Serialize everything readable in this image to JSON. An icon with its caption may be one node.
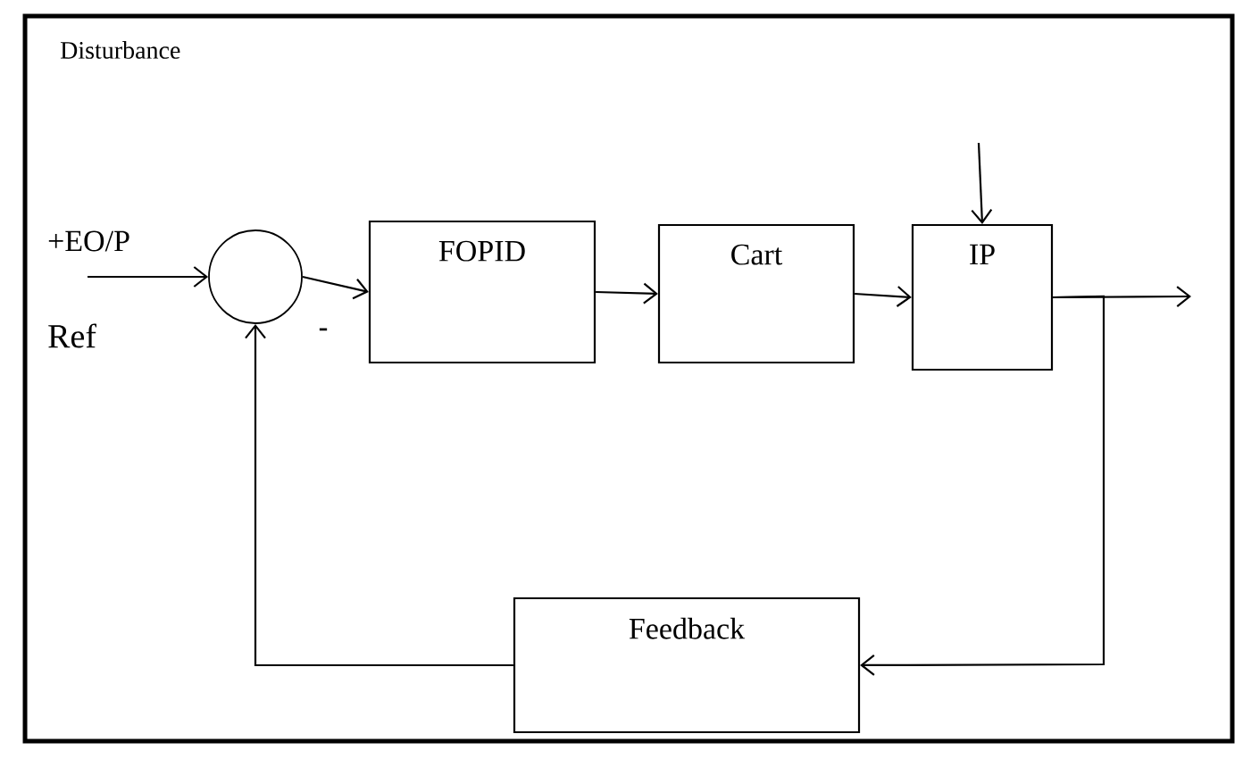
{
  "diagram": {
    "nodes": [
      {
        "text": [],
        "shape": "circle"
      },
      {
        "text": [
          "FOPID"
        ]
      },
      {
        "text": [
          "Cart"
        ]
      },
      {
        "text": [
          "IP"
        ]
      },
      {
        "text": [
          "Feedback"
        ]
      }
    ],
    "edges": [
      {
        "from": null,
        "to": 0,
        "arrow": "to"
      },
      {
        "from": 0,
        "to": 1,
        "arrow": "to"
      },
      {
        "from": 1,
        "to": 2,
        "arrow": "to"
      },
      {
        "from": 2,
        "to": 3,
        "arrow": "to"
      },
      {
        "from": null,
        "to": 3,
        "arrow": "to"
      },
      {
        "from": 3,
        "to": null,
        "arrow": "to"
      },
      {
        "from": 3,
        "to": 4,
        "arrow": "to"
      },
      {
        "from": 4,
        "to": 0,
        "arrow": "to"
      }
    ],
    "labels": [
      "Disturbance",
      "+EO/P",
      "Ref",
      "-"
    ]
  }
}
